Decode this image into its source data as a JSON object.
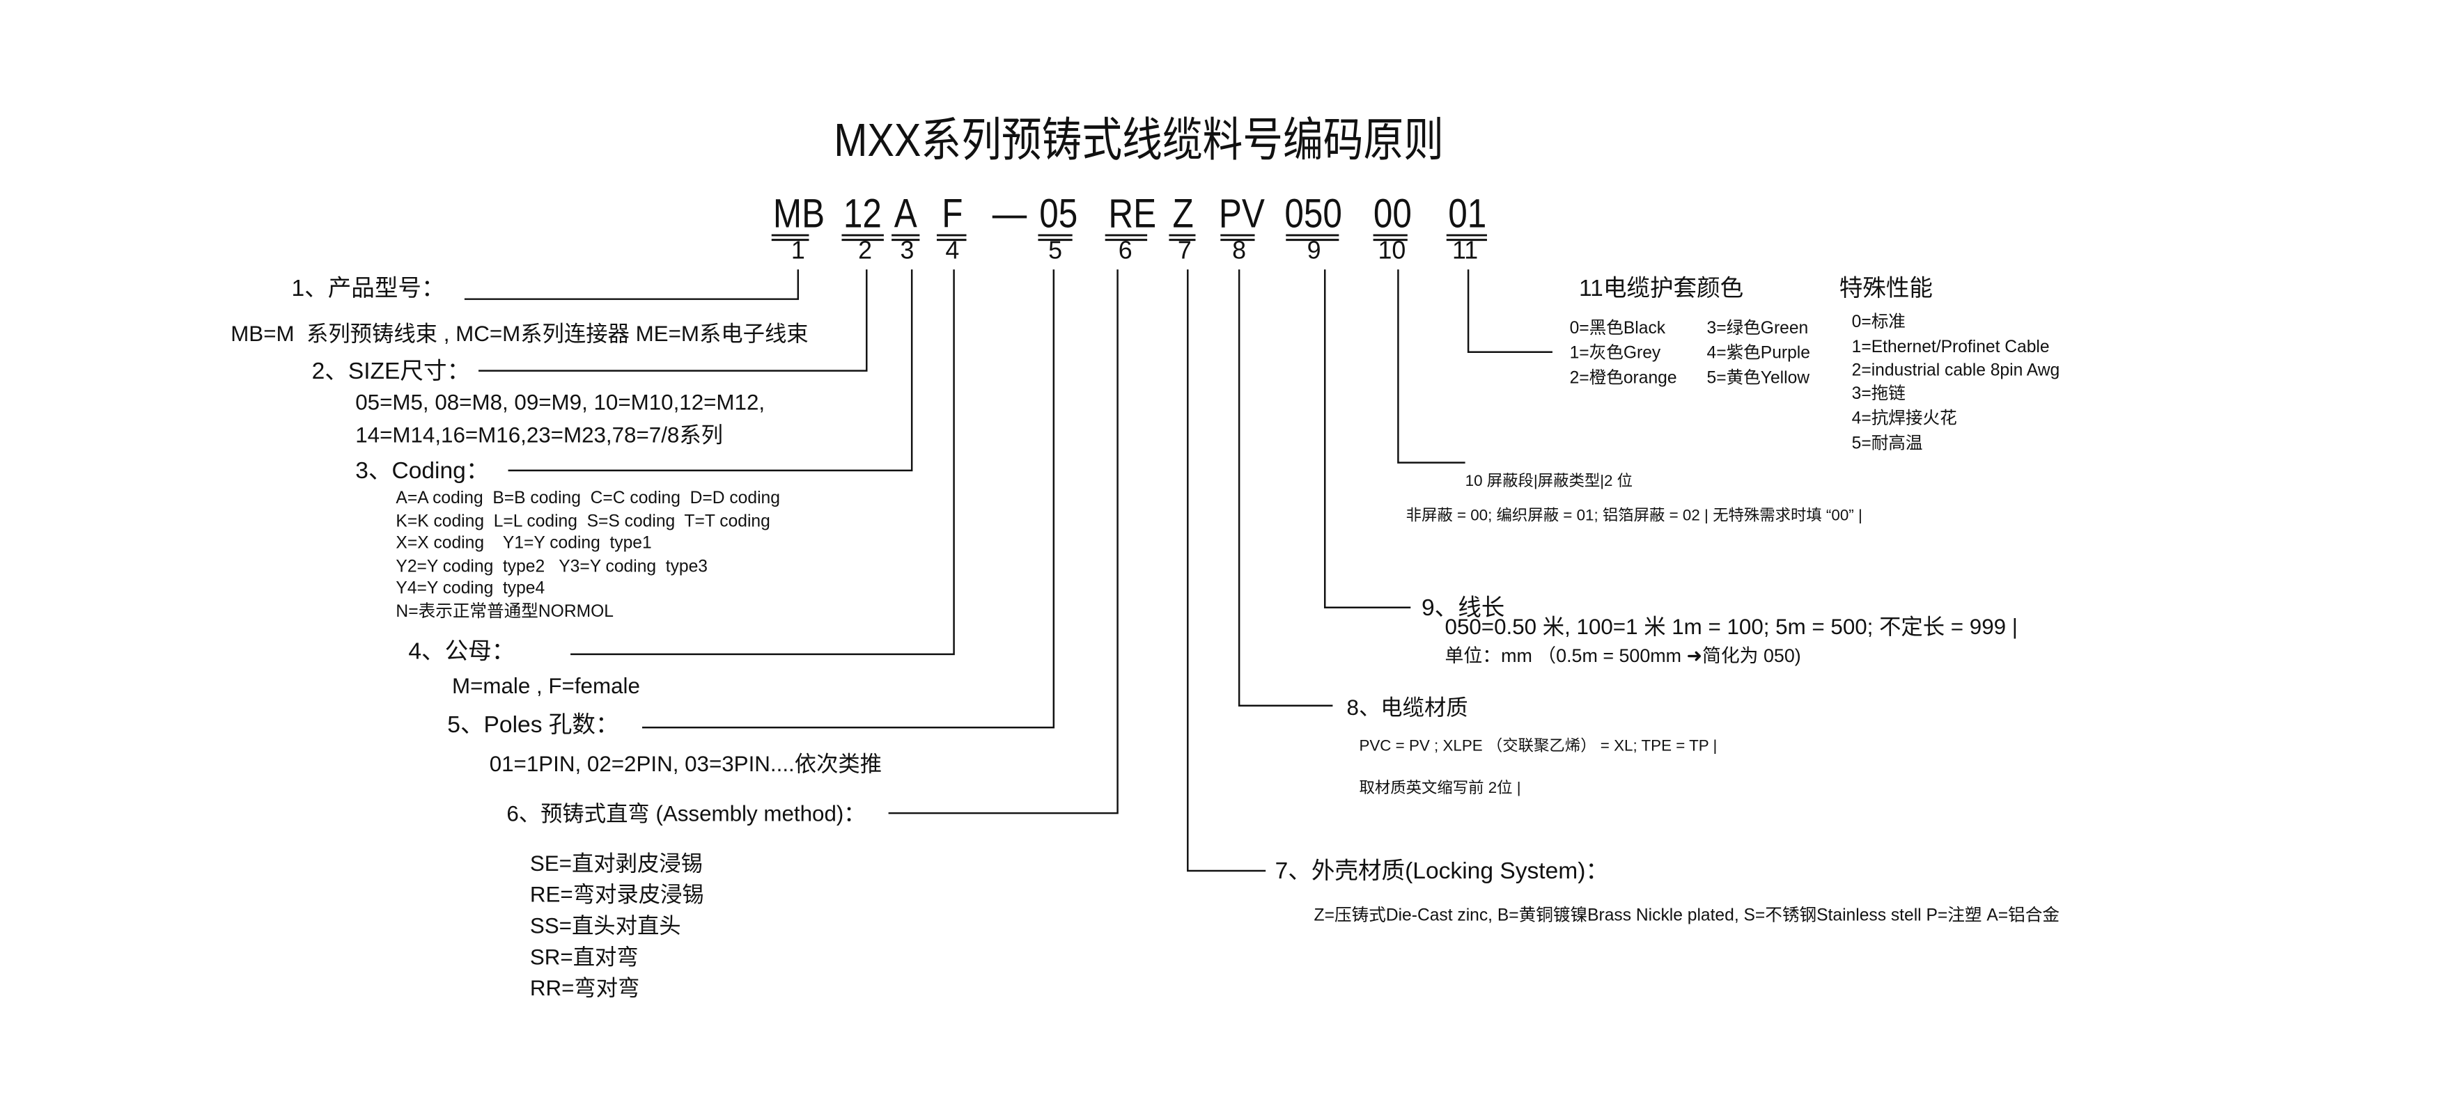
{
  "title": "MXX系列预铸式线缆料号编码原则",
  "code_segments": [
    "MB",
    "12",
    "A",
    "F",
    "—",
    "05",
    "RE",
    "Z",
    "PV",
    "050",
    "00",
    "01"
  ],
  "segment_indices": [
    "1",
    "2",
    "3",
    "4",
    "5",
    "6",
    "7",
    "8",
    "9",
    "10",
    "11"
  ],
  "sections": {
    "s1": {
      "label": "1、产品型号：",
      "desc": "MB=M  系列预铸线束 , MC=M系列连接器 ME=M系电子线束"
    },
    "s2": {
      "label": "2、SIZE尺寸：",
      "lines": [
        "05=M5, 08=M8, 09=M9, 10=M10,12=M12,",
        "14=M14,16=M16,23=M23,78=7/8系列"
      ]
    },
    "s3": {
      "label": "3、Coding：",
      "lines": [
        "A=A coding  B=B coding  C=C coding  D=D coding",
        "K=K coding  L=L coding  S=S coding  T=T coding",
        "X=X coding    Y1=Y coding  type1",
        "Y2=Y coding  type2   Y3=Y coding  type3",
        "Y4=Y coding  type4",
        "N=表示正常普通型NORMOL"
      ]
    },
    "s4": {
      "label": "4、公母：",
      "desc": "M=male , F=female"
    },
    "s5": {
      "label": "5、Poles 孔数：",
      "desc": "01=1PIN, 02=2PIN, 03=3PIN....依次类推"
    },
    "s6": {
      "label": "6、预铸式直弯 (Assembly method)：",
      "lines": [
        "SE=直对剥皮浸锡",
        "RE=弯对录皮浸锡",
        "SS=直头对直头",
        "SR=直对弯",
        "RR=弯对弯"
      ]
    },
    "s7": {
      "label": "7、外壳材质(Locking System)：",
      "desc": "Z=压铸式Die-Cast zinc, B=黄铜镀镍Brass Nickle plated, S=不锈钢Stainless stell P=注塑 A=铝合金"
    },
    "s8": {
      "label": "8、电缆材质",
      "lines": [
        "PVC = PV ; XLPE （交联聚乙烯） = XL; TPE = TP |",
        "取材质英文缩写前 2位 |"
      ]
    },
    "s9": {
      "label": "9、线长",
      "lines": [
        "050=0.50 米, 100=1 米 1m = 100; 5m = 500; 不定长 = 999 |",
        "单位：mm （0.5m = 500mm ➜简化为 050)"
      ]
    },
    "s10": {
      "label": "10 屏蔽段|屏蔽类型|2 位",
      "desc": "非屏蔽 = 00; 编织屏蔽 = 01; 铝箔屏蔽 = 02 | 无特殊需求时填 “00” |"
    },
    "s11": {
      "label": "11电缆护套颜色",
      "colors_col1": [
        "0=黑色Black",
        "1=灰色Grey",
        "2=橙色orange"
      ],
      "colors_col2": [
        "3=绿色Green",
        "4=紫色Purple",
        "5=黄色Yellow"
      ]
    },
    "special": {
      "label": "特殊性能",
      "lines": [
        "0=标准",
        "1=Ethernet/Profinet Cable",
        "2=industrial cable 8pin Awg",
        "3=拖链",
        "4=抗焊接火花",
        "5=耐高温"
      ]
    }
  }
}
